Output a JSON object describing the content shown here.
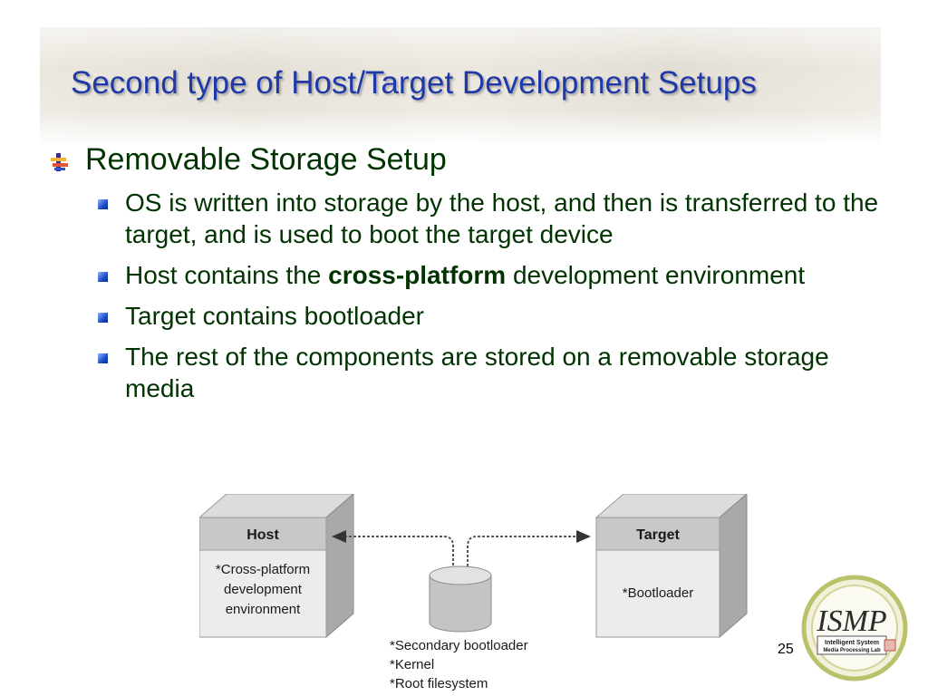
{
  "slide": {
    "title": "Second type of Host/Target Development Setups",
    "number": "25"
  },
  "content": {
    "heading": "Removable Storage Setup",
    "bullets": [
      {
        "text": "OS is written into storage by the host, and then is transferred to the target, and is used to boot the target device"
      },
      {
        "pre": "Host contains the ",
        "bold": "cross-platform",
        "post": " development environment"
      },
      {
        "text": "Target contains bootloader"
      },
      {
        "text": "The rest of the components are stored on a removable storage media"
      }
    ]
  },
  "diagram": {
    "host_title": "Host",
    "host_line1": "*Cross-platform",
    "host_line2": "development",
    "host_line3": "environment",
    "target_title": "Target",
    "target_line1": "*Bootloader",
    "storage_line1": "*Secondary bootloader",
    "storage_line2": "*Kernel",
    "storage_line3": "*Root filesystem"
  },
  "logo": {
    "wordmark": "ISMP",
    "line1": "Intelligent System",
    "line2": "Media Processing Lab"
  },
  "colors": {
    "title": "#1f3aa8",
    "body_text": "#003300",
    "bullet_square": "#1d4cc8"
  }
}
